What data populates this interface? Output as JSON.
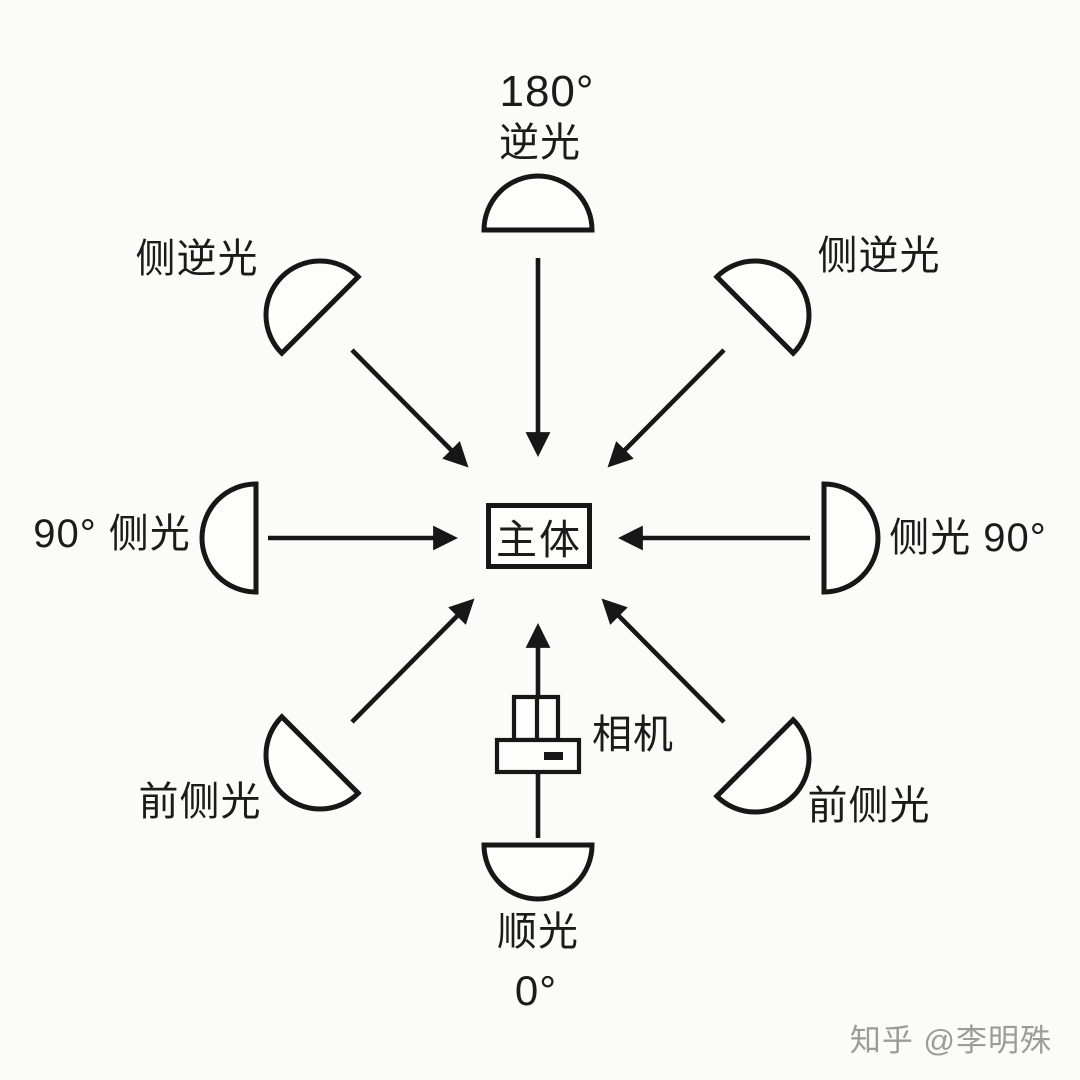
{
  "diagram_title": "lighting-angle-diagram",
  "colors": {
    "background": "#fbfbfa",
    "ink": "#171717",
    "watermark": "#9b9b9b"
  },
  "subject": {
    "label": "主体"
  },
  "camera": {
    "label": "相机"
  },
  "lights": [
    {
      "position": "top",
      "angle": "180°",
      "name": "逆光"
    },
    {
      "position": "top-left",
      "name": "侧逆光"
    },
    {
      "position": "top-right",
      "name": "侧逆光"
    },
    {
      "position": "left",
      "name": "90° 侧光"
    },
    {
      "position": "right",
      "name": "侧光 90°"
    },
    {
      "position": "bottom-left",
      "name": "前侧光"
    },
    {
      "position": "bottom-right",
      "name": "前侧光"
    },
    {
      "position": "bottom",
      "name": "顺光",
      "angle": "0°"
    }
  ],
  "watermark": {
    "text": "知乎 @李明殊"
  }
}
